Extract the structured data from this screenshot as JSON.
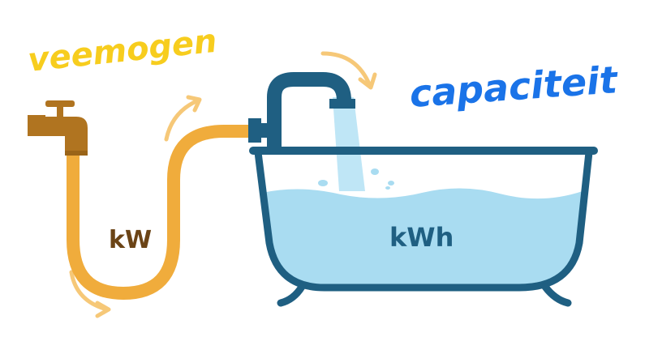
{
  "annotations": {
    "power_label": "veemogen",
    "capacity_label": "capaciteit"
  },
  "diagram": {
    "hose_label": "kW",
    "tub_label": "kWh"
  },
  "colors": {
    "hose": "#f0ac3c",
    "tap": "#b07420",
    "pipe": "#1f5f82",
    "tub_outline": "#1f5f82",
    "water": "#a9dcf1",
    "water_stream": "#bfe6f6",
    "arrows": "#f6c878",
    "power_ink": "#f7cd1e",
    "capacity_ink": "#1a73e8",
    "kw_text": "#6b4416",
    "kwh_text": "#1f5f82"
  }
}
